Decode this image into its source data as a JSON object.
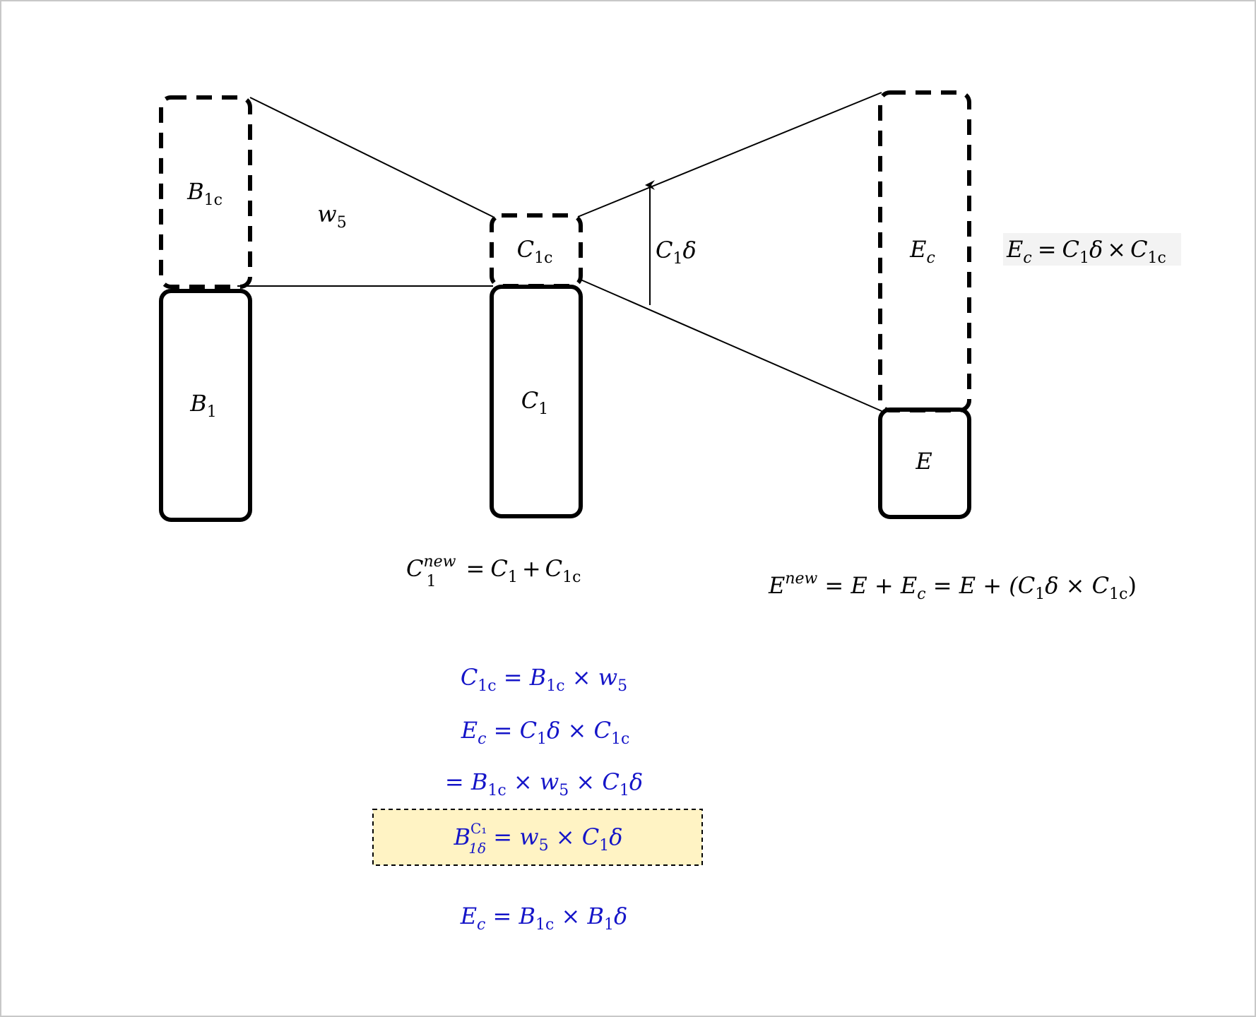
{
  "nodes": {
    "B1c": {
      "base": "B",
      "sub": "1c"
    },
    "B1": {
      "base": "B",
      "sub": "1"
    },
    "C1c": {
      "base": "C",
      "sub": "1c"
    },
    "C1": {
      "base": "C",
      "sub": "1"
    },
    "Ec": {
      "base": "E",
      "sub": "c"
    },
    "E": {
      "base": "E"
    }
  },
  "edge_labels": {
    "w5": {
      "base": "w",
      "sub": "5"
    },
    "C1delta": {
      "base": "C",
      "sub": "1",
      "tail": "δ"
    }
  },
  "equations": {
    "ec_side": {
      "lhs_base": "E",
      "lhs_sub": "c",
      "eq": "=",
      "a_base": "C",
      "a_sub": "1",
      "a_tail": "δ",
      "op": "×",
      "b_base": "C",
      "b_sub": "1c"
    },
    "c1_new": {
      "base": "C",
      "sub": "1",
      "sup": "new",
      "eq": "=",
      "a_base": "C",
      "a_sub": "1",
      "op": "+",
      "b_base": "C",
      "b_sub": "1c"
    },
    "e_new": {
      "base": "E",
      "sup": "new",
      "eq1": "= E + ",
      "ec_base": "E",
      "ec_sub": "c",
      "eq2": " = E + (",
      "c_base": "C",
      "c_sub": "1",
      "c_tail": "δ",
      "op": " × ",
      "d_base": "C",
      "d_sub": "1c",
      "close": ")"
    }
  },
  "blue_equations": {
    "eq1": {
      "l_base": "C",
      "l_sub": "1c",
      "eq": " = ",
      "a_base": "B",
      "a_sub": "1c",
      "op": " × ",
      "b_base": "w",
      "b_sub": "5"
    },
    "eq2": {
      "l_base": "E",
      "l_sub": "c",
      "eq": " = ",
      "a_base": "C",
      "a_sub": "1",
      "a_tail": "δ",
      "op": " × ",
      "b_base": "C",
      "b_sub": "1c"
    },
    "eq3": {
      "eq": "= ",
      "a_base": "B",
      "a_sub": "1c",
      "op1": " × ",
      "b_base": "w",
      "b_sub": "5",
      "op2": " × ",
      "c_base": "C",
      "c_sub": "1",
      "c_tail": "δ"
    },
    "eq4": {
      "l_base": "B",
      "l_sub": "1δ",
      "l_sup": "C₁",
      "eq": " = ",
      "a_base": "w",
      "a_sub": "5",
      "op": " × ",
      "b_base": "C",
      "b_sub": "1",
      "b_tail": "δ"
    },
    "eq5": {
      "l_base": "E",
      "l_sub": "c",
      "eq": " = ",
      "a_base": "B",
      "a_sub": "1c",
      "op": " × ",
      "b_base": "B",
      "b_sub": "1",
      "b_tail": "δ"
    }
  },
  "colors": {
    "blue_text": "#1515c8",
    "highlight": "#fff3c4"
  }
}
